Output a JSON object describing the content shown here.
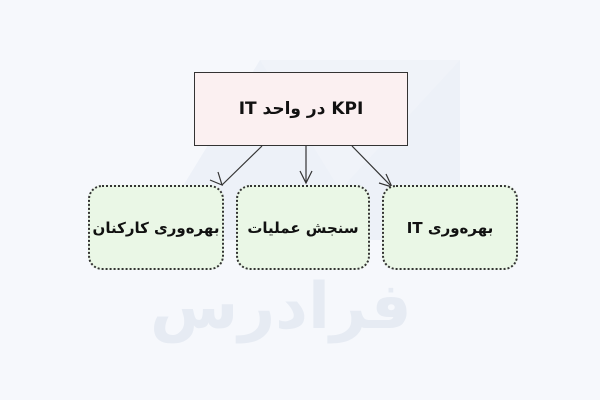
{
  "watermark": "فرادرس",
  "root": {
    "label": "KPI در واحد IT"
  },
  "children": [
    {
      "label": "بهره‌وری کارکنان"
    },
    {
      "label": "سنجش عملیات"
    },
    {
      "label": "بهره‌وری IT"
    }
  ],
  "colors": {
    "root_fill": "#fbf0f1",
    "child_fill": "#eaf7e6",
    "background": "#f6f8fc"
  }
}
